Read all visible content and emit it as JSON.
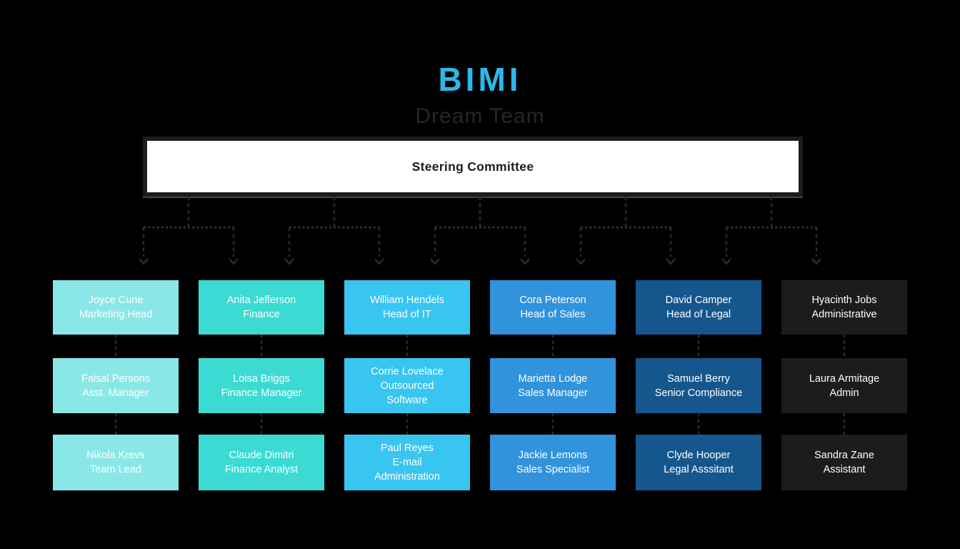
{
  "page": {
    "background": "#000000"
  },
  "header": {
    "title": "BIMI",
    "subtitle": "Dream Team",
    "title_color": "#2CB8EB",
    "subtitle_color": "#23262C"
  },
  "root_node": {
    "label": "Steering Committee"
  },
  "connector_color": "#2B2B2E",
  "columns": [
    {
      "department": "marketing",
      "color": "#8AE7E7",
      "members": [
        {
          "name": "Joyce Curie",
          "role": "Marketing Head"
        },
        {
          "name": "Faisal Persons",
          "role": "Asst. Manager"
        },
        {
          "name": "Nikola Krevs",
          "role": "Team Lead"
        }
      ]
    },
    {
      "department": "finance",
      "color": "#3BDBD3",
      "members": [
        {
          "name": "Anita Jefferson",
          "role": "Finance"
        },
        {
          "name": "Loisa Briggs",
          "role": "Finance Manager"
        },
        {
          "name": "Claude Dimitri",
          "role": "Finance Analyst"
        }
      ]
    },
    {
      "department": "it",
      "color": "#38C5F0",
      "members": [
        {
          "name": "William Hendels",
          "role": "Head of IT"
        },
        {
          "name": "Corrie Lovelace",
          "role": "Outsourced\nSoftware"
        },
        {
          "name": "Paul Reyes",
          "role": "E-mail\nAdministration"
        }
      ]
    },
    {
      "department": "sales",
      "color": "#3193DB",
      "members": [
        {
          "name": "Cora Peterson",
          "role": "Head of Sales"
        },
        {
          "name": "Marietta Lodge",
          "role": "Sales Manager"
        },
        {
          "name": "Jackie Lemons",
          "role": "Sales Specialist"
        }
      ]
    },
    {
      "department": "legal",
      "color": "#15568D",
      "members": [
        {
          "name": "David Camper",
          "role": "Head of Legal"
        },
        {
          "name": "Samuel Berry",
          "role": "Senior Compliance"
        },
        {
          "name": "Clyde Hooper",
          "role": "Legal Asssitant"
        }
      ]
    },
    {
      "department": "administration",
      "color": "#1C1C1C",
      "members": [
        {
          "name": "Hyacinth Jobs",
          "role": "Administrative"
        },
        {
          "name": "Laura Armitage",
          "role": "Admin"
        },
        {
          "name": "Sandra Zane",
          "role": "Assistant"
        }
      ]
    }
  ]
}
